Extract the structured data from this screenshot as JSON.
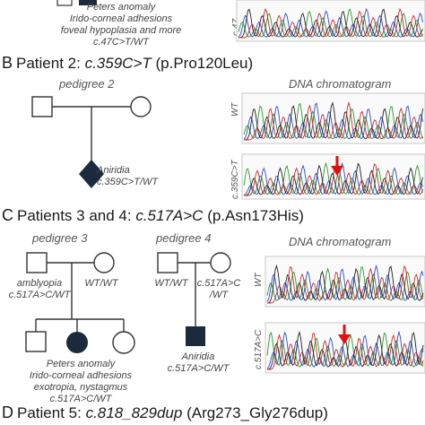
{
  "patient1_fragment": {
    "lines": [
      "Peters anomaly",
      "Irido-corneal adhesions",
      "foveal hypoplasia and more",
      "c.47C>T/WT"
    ],
    "trace_label": "c.47"
  },
  "section_b": {
    "letter": "B",
    "prefix": "Patient 2: ",
    "mutation": "c.359C>T",
    "protein": " (p.Pro120Leu)",
    "pedigree_title": "pedigree 2",
    "chromatogram_title": "DNA chromatogram",
    "proband_note": [
      "Aniridia",
      "c.359C>T/WT"
    ],
    "trace_labels": [
      "WT",
      "c.359C>T"
    ]
  },
  "section_c": {
    "letter": "C",
    "prefix": "Patients 3 and 4: ",
    "mutation": "c.517A>C",
    "protein": " (p.Asn173His)",
    "pedigree3_title": "pedigree 3",
    "pedigree4_title": "pedigree 4",
    "chromatogram_title": "DNA chromatogram",
    "ped3_father_note": [
      "amblyopia",
      "c.517A>C/WT"
    ],
    "ped3_mother_note": [
      "WT/WT"
    ],
    "ped3_proband_note": [
      "Peters anomaly",
      "Irido-corneal adhesions",
      "exotropia, nystagmus",
      "c.517A>C/WT"
    ],
    "ped4_father_note": [
      "WT/WT"
    ],
    "ped4_mother_note": [
      "c.517A>C",
      "/WT"
    ],
    "ped4_proband_note": [
      "Aniridia",
      "c.517A>C/WT"
    ],
    "trace_labels": [
      "WT",
      "c.517A>C"
    ]
  },
  "section_d": {
    "letter": "D",
    "prefix": "Patient 5: ",
    "mutation": "c.818_829dup",
    "protein": " (Arg273_Gly276dup)"
  },
  "colors": {
    "affected_fill": "#1b2a3d",
    "arrow": "#e01010",
    "trace_a": "#2a9a2a",
    "trace_c": "#2a4fd0",
    "trace_g": "#222222",
    "trace_t": "#d02a2a"
  }
}
